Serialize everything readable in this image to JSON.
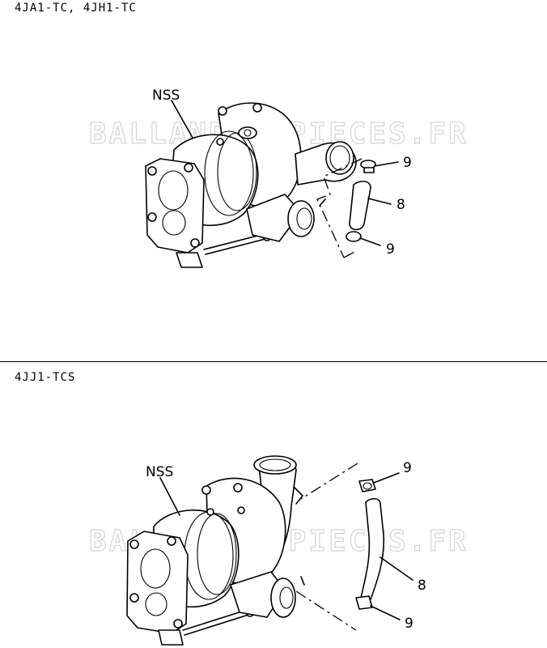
{
  "sections": [
    {
      "label": "4JA1-TC, 4JH1-TC",
      "callouts": {
        "assembly": "NSS",
        "clamp_upper": "9",
        "hose": "8",
        "clamp_lower": "9"
      }
    },
    {
      "label": "4JJ1-TCS",
      "callouts": {
        "assembly": "NSS",
        "clamp_upper": "9",
        "hose": "8",
        "clamp_lower": "9"
      }
    }
  ],
  "watermark": "BALLANDER-PIECES.FR"
}
